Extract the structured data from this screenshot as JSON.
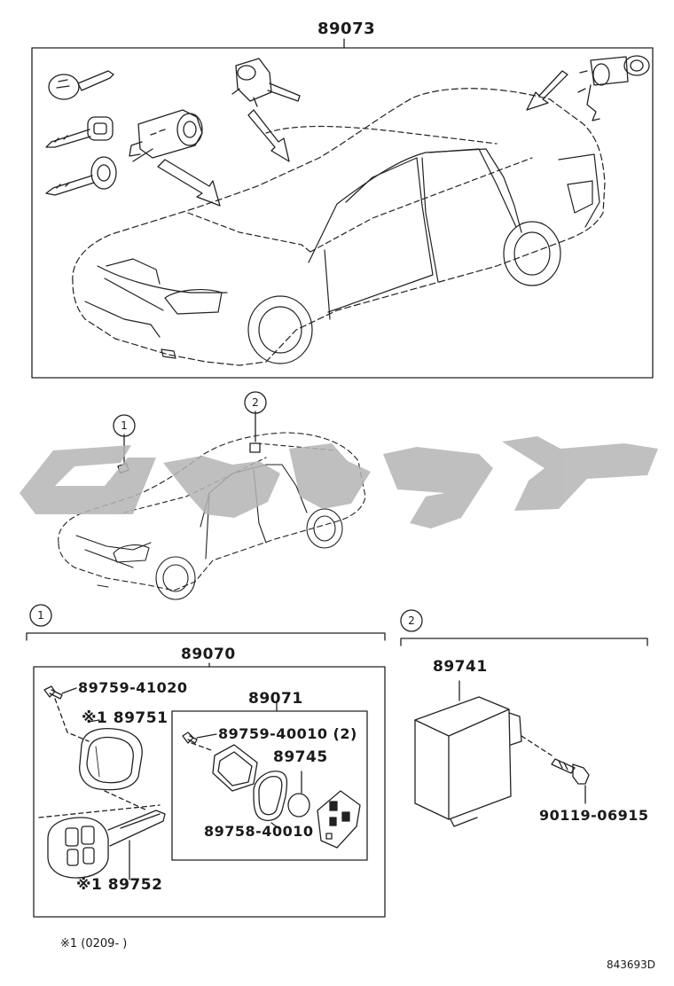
{
  "diagram": {
    "part_numbers": {
      "main_set": "89073",
      "key_set": "89070",
      "transmitter_set": "89071",
      "screw_a": "89759-41020",
      "key_housing": "※1 89751",
      "screw_b": "89759-40010 (2)",
      "battery": "89745",
      "gasket": "89758-40010",
      "key_blank": "※1 89752",
      "receiver": "89741",
      "bolt": "90119-06915"
    },
    "callouts": {
      "one": "1",
      "two": "2"
    },
    "footnote": "※1 (0209-        )",
    "reference_code": "843693D"
  }
}
